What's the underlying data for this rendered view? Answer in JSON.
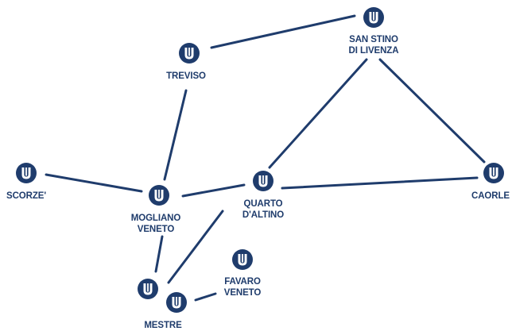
{
  "map": {
    "colors": {
      "primary": "#1f3c6c",
      "icon_fill": "#ffffff"
    },
    "nodes": [
      {
        "id": "san-stino",
        "label_lines": [
          "SAN STINO",
          "DI LIVENZA"
        ],
        "icon": "u-shield-icon"
      },
      {
        "id": "treviso",
        "label_lines": [
          "TREVISO"
        ],
        "icon": "u-shield-icon"
      },
      {
        "id": "scorze",
        "label_lines": [
          "SCORZE'"
        ],
        "icon": "u-shield-icon"
      },
      {
        "id": "mogliano",
        "label_lines": [
          "MOGLIANO",
          "VENETO"
        ],
        "icon": "u-shield-icon"
      },
      {
        "id": "quarto",
        "label_lines": [
          "QUARTO",
          "D'ALTINO"
        ],
        "icon": "u-shield-icon"
      },
      {
        "id": "caorle",
        "label_lines": [
          "CAORLE"
        ],
        "icon": "u-shield-icon"
      },
      {
        "id": "favaro",
        "label_lines": [
          "FAVARO",
          "VENETO"
        ],
        "icon": "u-shield-icon"
      },
      {
        "id": "mestre",
        "label_lines": [
          "MESTRE"
        ],
        "icon": "u-shield-icon"
      },
      {
        "id": "mestre-2",
        "label_lines": [],
        "icon": "u-shield-icon"
      }
    ],
    "connections": [
      [
        "treviso",
        "san-stino"
      ],
      [
        "treviso",
        "mogliano"
      ],
      [
        "scorze",
        "mogliano"
      ],
      [
        "mogliano",
        "quarto"
      ],
      [
        "quarto",
        "san-stino"
      ],
      [
        "quarto",
        "caorle"
      ],
      [
        "san-stino",
        "caorle"
      ],
      [
        "quarto",
        "mestre"
      ],
      [
        "mogliano",
        "mestre"
      ],
      [
        "favaro",
        "mestre-2"
      ]
    ]
  }
}
